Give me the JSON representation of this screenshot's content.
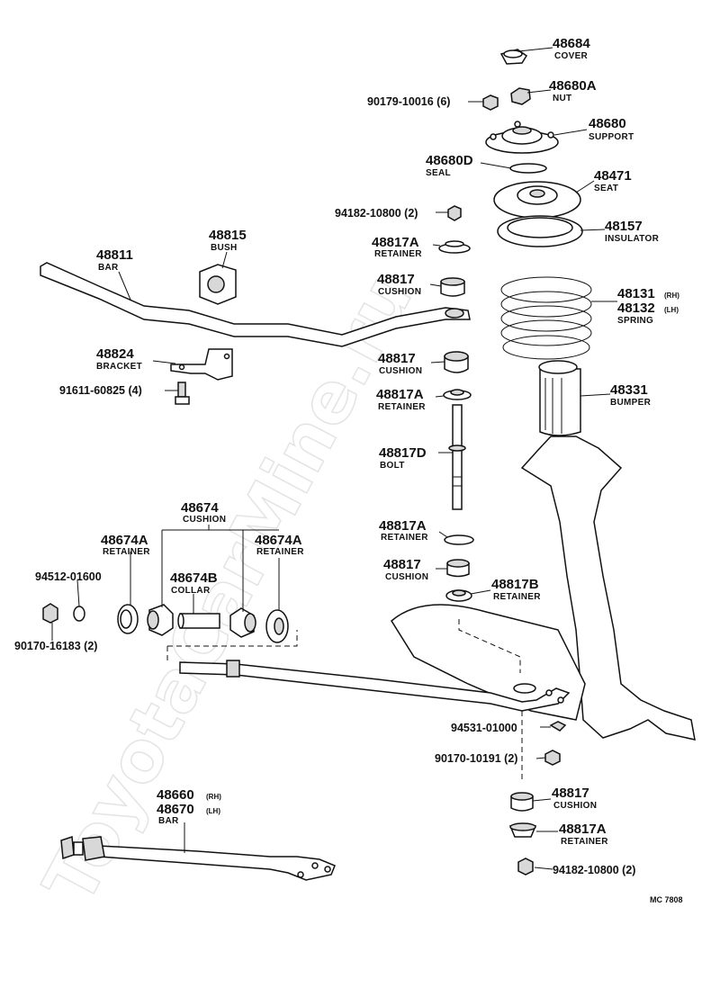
{
  "watermark": "ToyotaCarMine.ru",
  "diagram_code": "MC 7808",
  "labels": {
    "p48684": {
      "number": "48684",
      "name": "COVER"
    },
    "p48680a": {
      "number": "48680A",
      "name": "NUT"
    },
    "p90179": {
      "number": "90179-10016 (6)"
    },
    "p48680": {
      "number": "48680",
      "name": "SUPPORT"
    },
    "p48680d": {
      "number": "48680D",
      "name": "SEAL"
    },
    "p48471": {
      "number": "48471",
      "name": "SEAT"
    },
    "p94182_top": {
      "number": "94182-10800 (2)"
    },
    "p48157": {
      "number": "48157",
      "name": "INSULATOR"
    },
    "p48817a_1": {
      "number": "48817A",
      "name": "RETAINER"
    },
    "p48811": {
      "number": "48811",
      "name": "BAR"
    },
    "p48815": {
      "number": "48815",
      "name": "BUSH"
    },
    "p48817_1": {
      "number": "48817",
      "name": "CUSHION"
    },
    "p48131": {
      "number": "48131",
      "suffix": "(RH)"
    },
    "p48132": {
      "number": "48132",
      "suffix": "(LH)",
      "name": "SPRING"
    },
    "p48824": {
      "number": "48824",
      "name": "BRACKET"
    },
    "p48817_2": {
      "number": "48817",
      "name": "CUSHION"
    },
    "p91611": {
      "number": "91611-60825 (4)"
    },
    "p48817a_2": {
      "number": "48817A",
      "name": "RETAINER"
    },
    "p48331": {
      "number": "48331",
      "name": "BUMPER"
    },
    "p48817d": {
      "number": "48817D",
      "name": "BOLT"
    },
    "p48674": {
      "number": "48674",
      "name": "CUSHION"
    },
    "p48674a_l": {
      "number": "48674A",
      "name": "RETAINER"
    },
    "p48674a_r": {
      "number": "48674A",
      "name": "RETAINER"
    },
    "p48817a_3": {
      "number": "48817A",
      "name": "RETAINER"
    },
    "p94512": {
      "number": "94512-01600"
    },
    "p48674b": {
      "number": "48674B",
      "name": "COLLAR"
    },
    "p48817_3": {
      "number": "48817",
      "name": "CUSHION"
    },
    "p48817b": {
      "number": "48817B",
      "name": "RETAINER"
    },
    "p90170_16183": {
      "number": "90170-16183 (2)"
    },
    "p94531": {
      "number": "94531-01000"
    },
    "p90170_10191": {
      "number": "90170-10191 (2)"
    },
    "p48660": {
      "number": "48660",
      "suffix": "(RH)"
    },
    "p48670": {
      "number": "48670",
      "suffix": "(LH)",
      "name": "BAR"
    },
    "p48817_4": {
      "number": "48817",
      "name": "CUSHION"
    },
    "p48817a_4": {
      "number": "48817A",
      "name": "RETAINER"
    },
    "p94182_bot": {
      "number": "94182-10800 (2)"
    }
  }
}
